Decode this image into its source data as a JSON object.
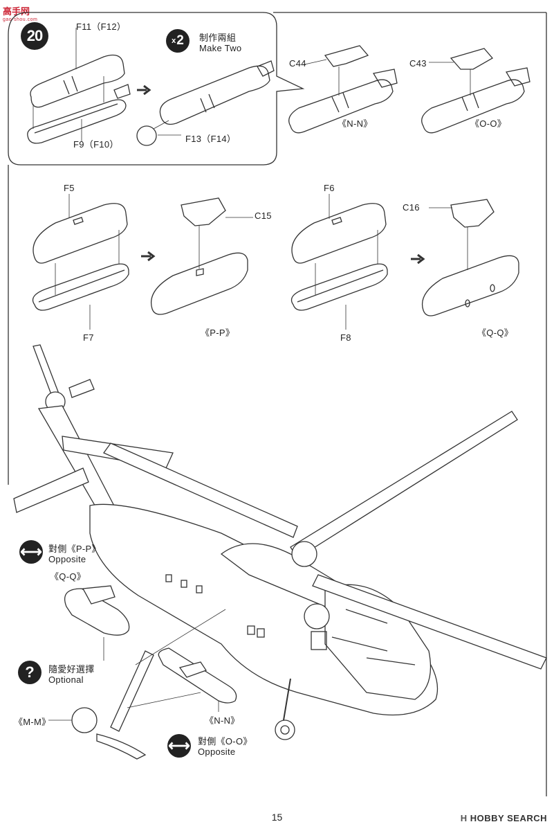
{
  "watermark": {
    "title": "高手网",
    "subtitle": "gao-shou.com"
  },
  "step_number": "20",
  "make_two": {
    "count_x": "x",
    "count_n": "2",
    "zh": "制作兩組",
    "en": "Make Two"
  },
  "parts": {
    "f11": "F11（F12）",
    "f9": "F9（F10）",
    "f13": "F13（F14）",
    "c44": "C44",
    "c43": "C43",
    "nn": "《N-N》",
    "oo": "《O-O》",
    "f5": "F5",
    "f7": "F7",
    "c15": "C15",
    "pp": "《P-P》",
    "f6": "F6",
    "f8": "F8",
    "c16": "C16",
    "qq": "《Q-Q》",
    "mm": "《M-M》",
    "nn2": "《N-N》"
  },
  "notes": {
    "opp_pp_zh": "對側《P-P》",
    "opp_pp_en": "Opposite",
    "qq_label": "《Q-Q》",
    "optional_zh": "隨愛好選擇",
    "optional_en": "Optional",
    "opp_oo_zh": "對側《O-O》",
    "opp_oo_en": "Opposite"
  },
  "icons": {
    "opposite_arrow": "double-arrow-icon",
    "optional": "question-mark-icon",
    "step_arrow": "right-arrow-icon"
  },
  "footer": {
    "page_number": "15",
    "brand_prefix": "H",
    "brand": "HOBBY SEARCH"
  }
}
